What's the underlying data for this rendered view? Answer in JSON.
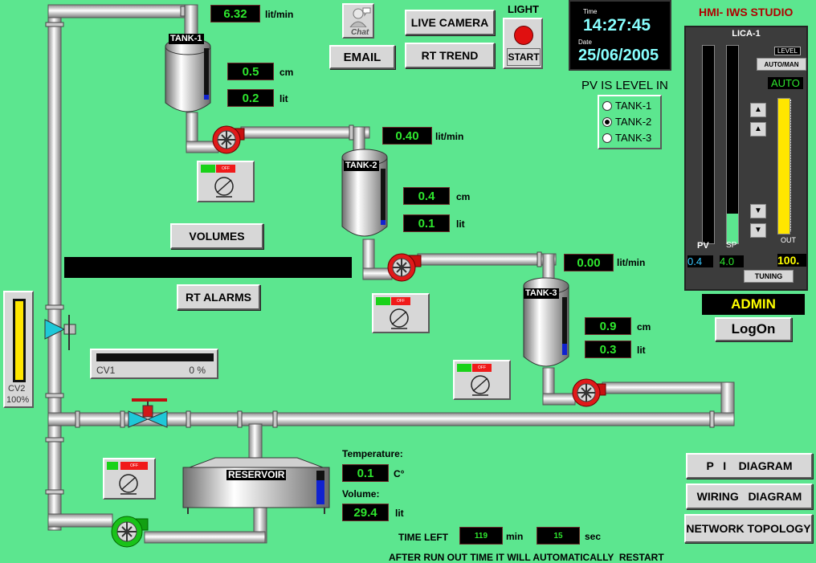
{
  "flows": {
    "f1": "6.32",
    "f2": "0.40",
    "f3": "0.00",
    "unit": "lit/min"
  },
  "tanks": [
    {
      "label": "TANK-1",
      "level": "0.5",
      "volume": "0.2"
    },
    {
      "label": "TANK-2",
      "level": "0.4",
      "volume": "0.1"
    },
    {
      "label": "TANK-3",
      "level": "0.9",
      "volume": "0.3"
    }
  ],
  "units": {
    "cm": "cm",
    "lit": "lit"
  },
  "reservoir": {
    "label": "RESERVOIR",
    "temp_label": "Temperature:",
    "temp": "0.1",
    "temp_unit": "C°",
    "vol_label": "Volume:",
    "vol": "29.4",
    "vol_unit": "lit"
  },
  "buttons": {
    "live_camera": "LIVE CAMERA",
    "rt_trend": "RT TREND",
    "email": "EMAIL",
    "volumes": "VOLUMES",
    "rt_alarms": "RT ALARMS",
    "pi_diagram": "P   I    DIAGRAM",
    "wiring": "WIRING   DIAGRAM",
    "network": "NETWORK TOPOLOGY",
    "logon": "LogOn",
    "start": "START",
    "tuning": "TUNING",
    "automan": "AUTO/MAN"
  },
  "chat": {
    "label": "Chat"
  },
  "light": {
    "label": "LIGHT",
    "color": "#e01010"
  },
  "clock": {
    "time_label": "Time",
    "time": "14:27:45",
    "date_label": "Date",
    "date": "25/06/2005"
  },
  "studio": {
    "title": "HMI- IWS STUDIO"
  },
  "pv_selector": {
    "title": "PV IS LEVEL IN",
    "options": [
      "TANK-1",
      "TANK-2",
      "TANK-3"
    ],
    "selected": 1
  },
  "lica": {
    "title": "LICA-1",
    "level_tag": "LEVEL",
    "mode": "AUTO",
    "pv_label": "PV",
    "sp_label": "SP",
    "out_label": "OUT",
    "pv": "0.4",
    "sp": "4.0",
    "out": "100.",
    "pv_fill": 0.0,
    "sp_fill": 0.15,
    "out_fill": 1.0
  },
  "admin": {
    "label": "ADMIN"
  },
  "cv1": {
    "label": "CV1",
    "value": "0 %",
    "fill": 0.0
  },
  "cv2": {
    "label": "CV2",
    "value": "100%",
    "fill": 1.0
  },
  "timer": {
    "label": "TIME LEFT",
    "min": "119",
    "min_unit": "min",
    "sec": "15",
    "sec_unit": "sec",
    "note": "AFTER RUN OUT TIME IT WILL AUTOMATICALLY  RESTART"
  },
  "colors": {
    "background": "#5ce68f",
    "value_text": "#2ee62e",
    "pump_red": "#e01a1a",
    "pump_green": "#19c219",
    "admin_text": "#ffff00",
    "studio_title": "#b00000"
  }
}
